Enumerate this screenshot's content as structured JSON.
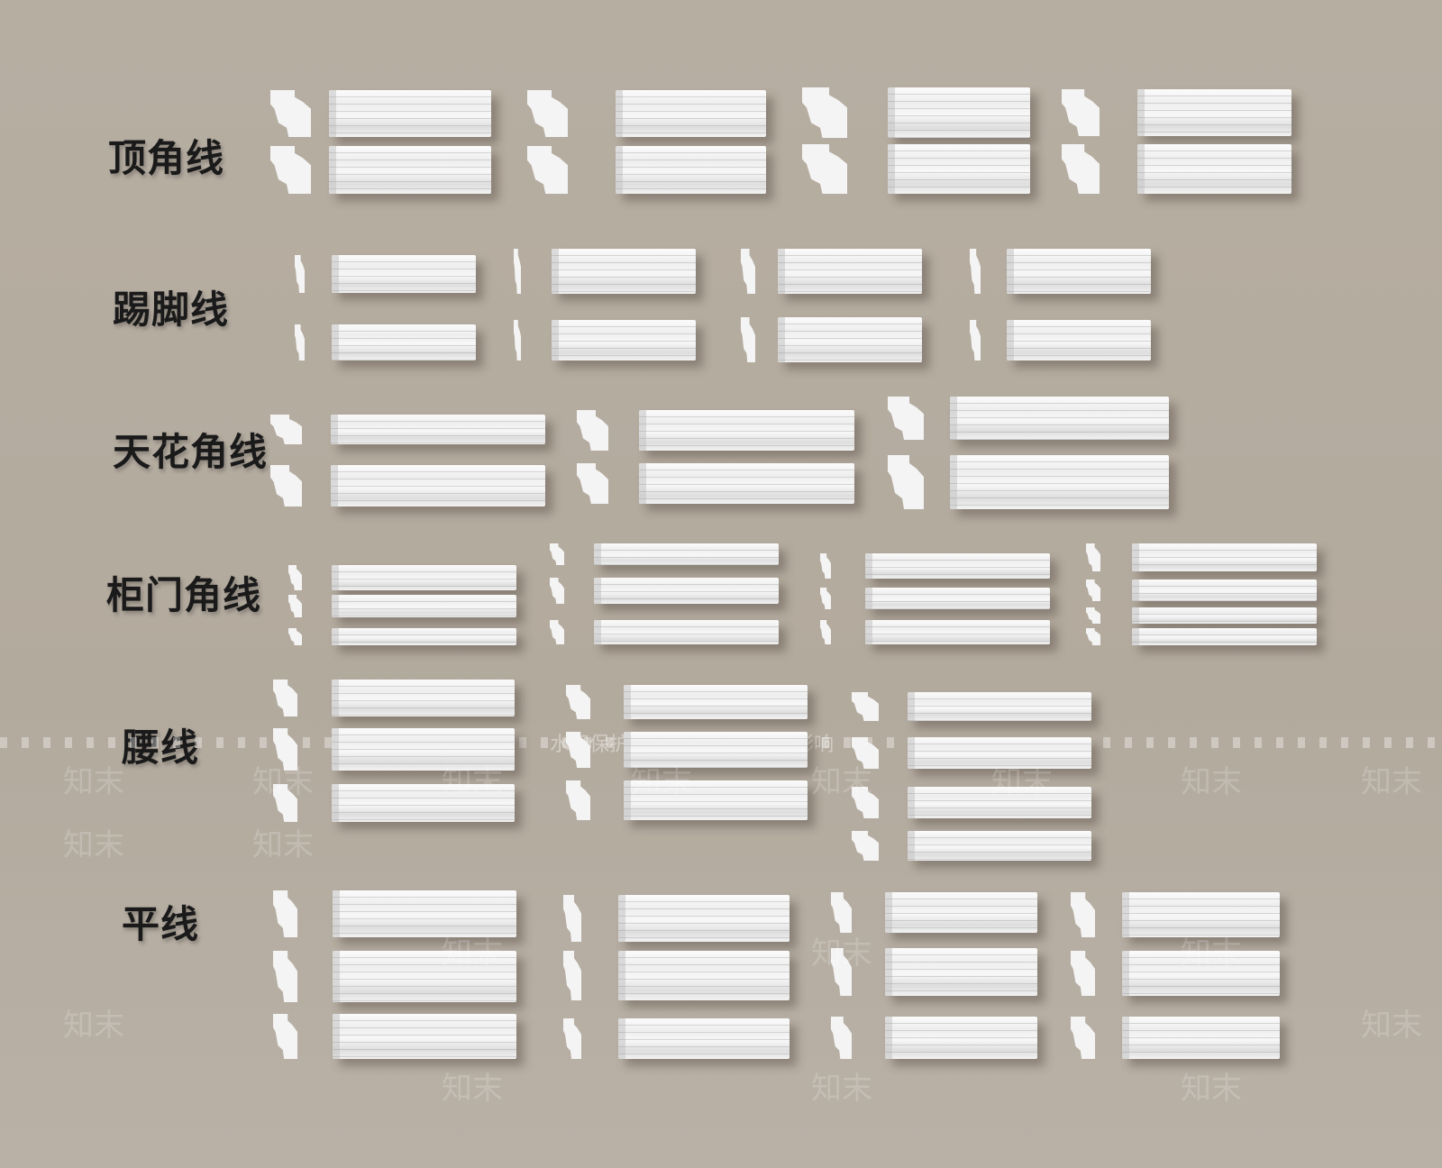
{
  "sections": [
    {
      "label": "顶角线"
    },
    {
      "label": "踢脚线"
    },
    {
      "label": "天花角线"
    },
    {
      "label": "柜门角线"
    },
    {
      "label": "腰线"
    },
    {
      "label": "平线"
    }
  ],
  "watermark": {
    "notice": "水印保护区  画质会受到部分影响",
    "logo": "知末"
  },
  "colors": {
    "background": "#b5aca0",
    "molding": "#f4f4f4",
    "label": "#1a1a1a"
  }
}
